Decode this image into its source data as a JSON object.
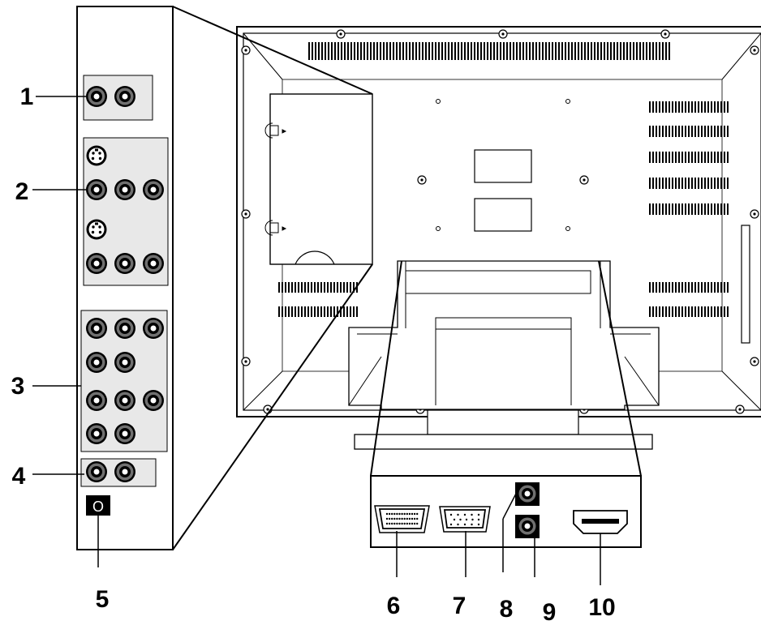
{
  "callouts": [
    {
      "id": "1",
      "text": "1"
    },
    {
      "id": "2",
      "text": "2"
    },
    {
      "id": "3",
      "text": "3"
    },
    {
      "id": "4",
      "text": "4"
    },
    {
      "id": "5",
      "text": "5"
    },
    {
      "id": "6",
      "text": "6"
    },
    {
      "id": "7",
      "text": "7"
    },
    {
      "id": "8",
      "text": "8"
    },
    {
      "id": "9",
      "text": "9"
    },
    {
      "id": "10",
      "text": "10"
    }
  ],
  "panel_button_label": "O",
  "colors": {
    "line": "#000000",
    "panel_fill": "#e8e8e8",
    "jack_fill": "#707070",
    "background": "#ffffff"
  },
  "icons": [
    "rca-jack-icon",
    "s-video-jack-icon",
    "vga-port-icon",
    "dvi-port-icon",
    "hdmi-port-icon",
    "power-switch-icon"
  ]
}
